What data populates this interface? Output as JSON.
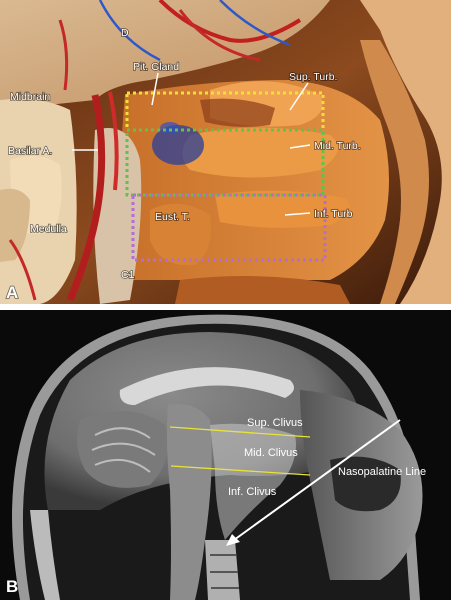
{
  "panel_a": {
    "letter": "A",
    "labels": {
      "d": "D",
      "pit_gland": "Pit. Gland",
      "sup_turb": "Sup. Turb.",
      "midbrain": "Midbrain",
      "basilar": "Basilar A.",
      "mid_turb": "Mid. Turb.",
      "eust": "Eust. T.",
      "inf_turb": "Inf. Turb",
      "medulla": "Medulla",
      "c1": "C1"
    },
    "box_colors": {
      "yellow": "#f2e03a",
      "green": "#5fc24a",
      "purple": "#b46cd8"
    }
  },
  "panel_b": {
    "letter": "B",
    "labels": {
      "sup_clivus": "Sup. Clivus",
      "mid_clivus": "Mid. Clivus",
      "inf_clivus": "Inf. Clivus",
      "nasopalatine": "Nasopalatine Line"
    },
    "line_color": "#e8e23c"
  }
}
